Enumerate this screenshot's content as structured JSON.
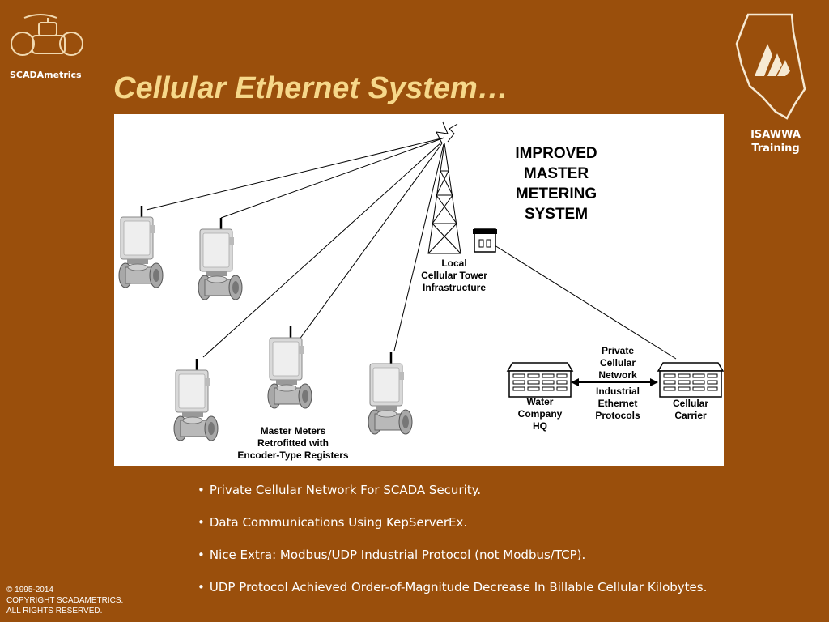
{
  "header": {
    "title": "Cellular Ethernet System…",
    "left_logo": {
      "label": "SCADAmetrics",
      "icon": "flow-meter-logo-icon"
    },
    "right_logo": {
      "line1": "ISAWWA",
      "line2": "Training",
      "icon": "illinois-aa-logo-icon"
    }
  },
  "diagram": {
    "heading": [
      "IMPROVED",
      "MASTER",
      "METERING",
      "SYSTEM"
    ],
    "tower_label": [
      "Local",
      "Cellular Tower",
      "Infrastructure"
    ],
    "meters_label": [
      "Master Meters",
      "Retrofitted with",
      "Encoder-Type Registers"
    ],
    "private_network_label": [
      "Private",
      "Cellular",
      "Network"
    ],
    "protocols_label": [
      "Industrial",
      "Ethernet",
      "Protocols"
    ],
    "water_company_label": [
      "Water",
      "Company",
      "HQ"
    ],
    "carrier_label": [
      "Cellular",
      "Carrier"
    ],
    "icons": [
      "cell-tower-icon",
      "tower-building-icon",
      "water-meter-icon",
      "water-company-building-icon",
      "cellular-carrier-building-icon"
    ]
  },
  "bullets": [
    "Private Cellular Network For SCADA Security.",
    "Data Communications Using KepServerEx.",
    "Nice Extra: Modbus/UDP Industrial Protocol (not Modbus/TCP).",
    "UDP Protocol Achieved Order-of-Magnitude Decrease In Billable Cellular Kilobytes."
  ],
  "copyright": [
    "© 1995-2014",
    "COPYRIGHT SCADAMETRICS.",
    "ALL RIGHTS RESERVED."
  ],
  "colors": {
    "background": "#9a4f0c",
    "title": "#f6d88a",
    "panel": "#ffffff"
  }
}
